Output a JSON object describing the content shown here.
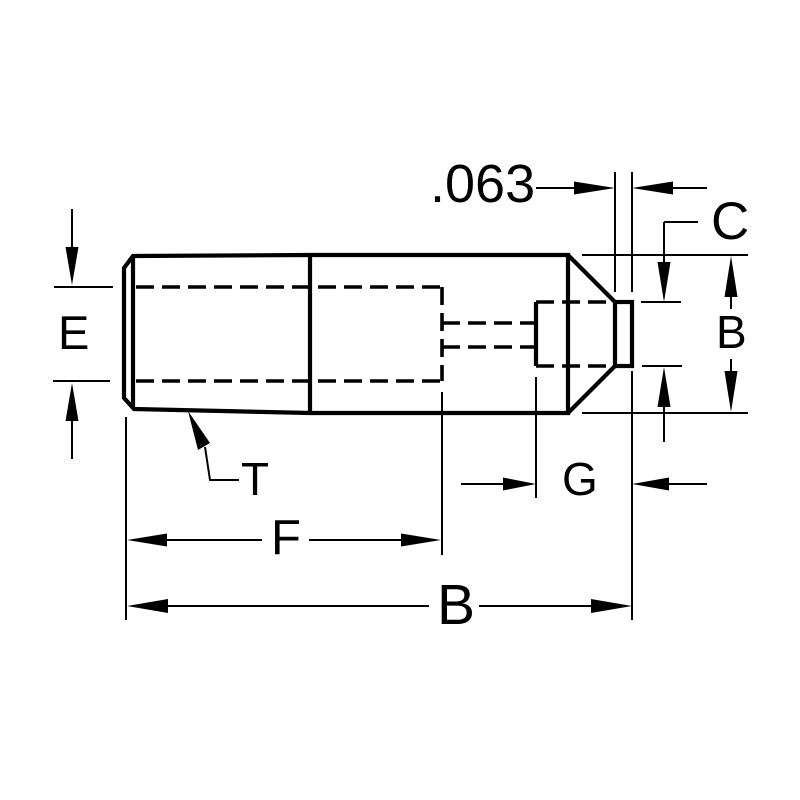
{
  "drawing": {
    "description": "Engineering side-view drawing of an internally threaded pull dowel pin with tapered body, chamfered nose and pilot tip",
    "background_color": "#ffffff",
    "line_color": "#000000",
    "labels": {
      "pilot_length": ".063",
      "pilot_diameter": "C",
      "body_diameter": "B",
      "thread": "E",
      "taper": "T",
      "thread_depth": "F",
      "nose": "G",
      "overall_length": "B"
    }
  }
}
